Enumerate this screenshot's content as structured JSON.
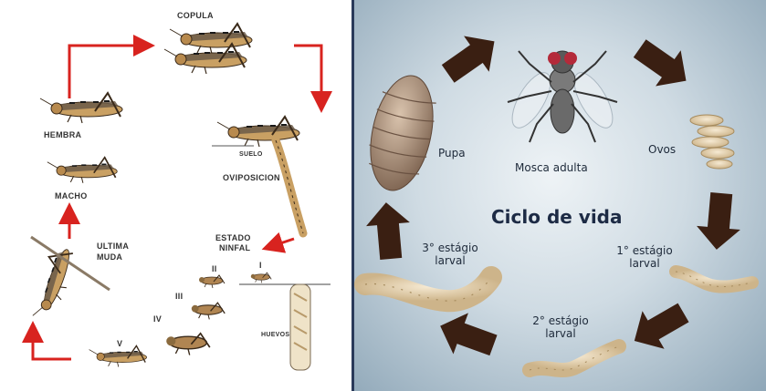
{
  "left_panel": {
    "labels": {
      "copula": "COPULA",
      "hembra": "HEMBRA",
      "macho": "MACHO",
      "ultima_muda": [
        "ULTIMA",
        "MUDA"
      ],
      "suelo": "SUELO",
      "oviposicion": "OVIPOSICION",
      "estado_ninfal": [
        "ESTADO",
        "NINFAL"
      ],
      "instar_i": "I",
      "instar_ii": "II",
      "instar_iii": "III",
      "instar_iv": "IV",
      "instar_v": "V",
      "huevos": "HUEVOS"
    },
    "colors": {
      "arrow": "#d8231f",
      "body": "#c9a063",
      "dark": "#3a2a1a"
    }
  },
  "right_panel": {
    "title": "Ciclo de vida",
    "labels": {
      "adult": "Mosca adulta",
      "eggs": "Ovos",
      "pupa": "Pupa",
      "larva1": [
        "1° estágio",
        "larval"
      ],
      "larva2": [
        "2° estágio",
        "larval"
      ],
      "larva3": [
        "3° estágio",
        "larval"
      ]
    },
    "colors": {
      "arrow": "#3a1f12",
      "larva": "#e6d4b2",
      "pupa": "#a68b74"
    }
  }
}
